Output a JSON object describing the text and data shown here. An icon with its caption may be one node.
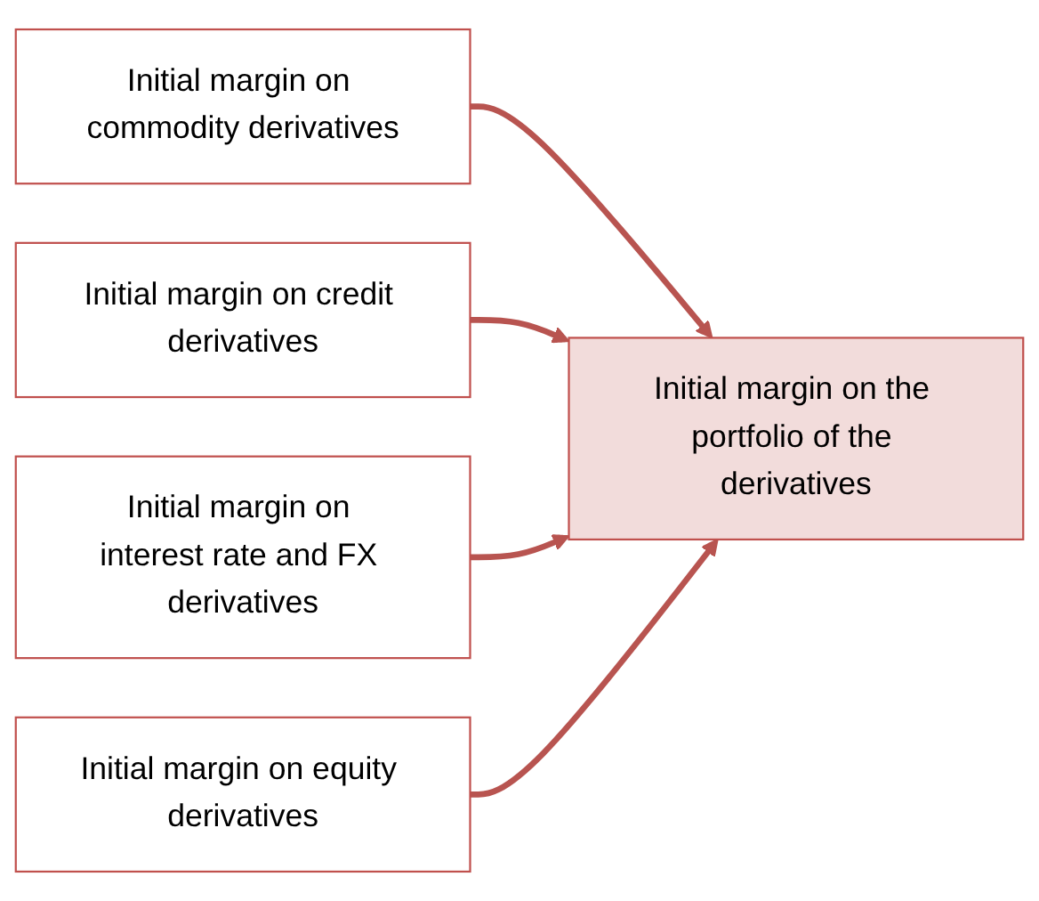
{
  "diagram": {
    "nodes": [
      {
        "text": [
          "Initial margin on commodity derivatives"
        ]
      },
      {
        "text": [
          "Initial margin on credit derivatives"
        ]
      },
      {
        "text": [
          "Initial margin on the portfolio of the derivatives"
        ]
      },
      {
        "text": [
          "Initial margin on interest rate and FX derivatives"
        ]
      },
      {
        "text": [
          "Initial margin on equity derivatives"
        ]
      }
    ],
    "edges": [
      {
        "from": 0,
        "to": 2,
        "arrow": "to"
      },
      {
        "from": 1,
        "to": 2,
        "arrow": "to"
      },
      {
        "from": 3,
        "to": 2,
        "arrow": "to"
      },
      {
        "from": 4,
        "to": 2,
        "arrow": "to"
      }
    ]
  }
}
